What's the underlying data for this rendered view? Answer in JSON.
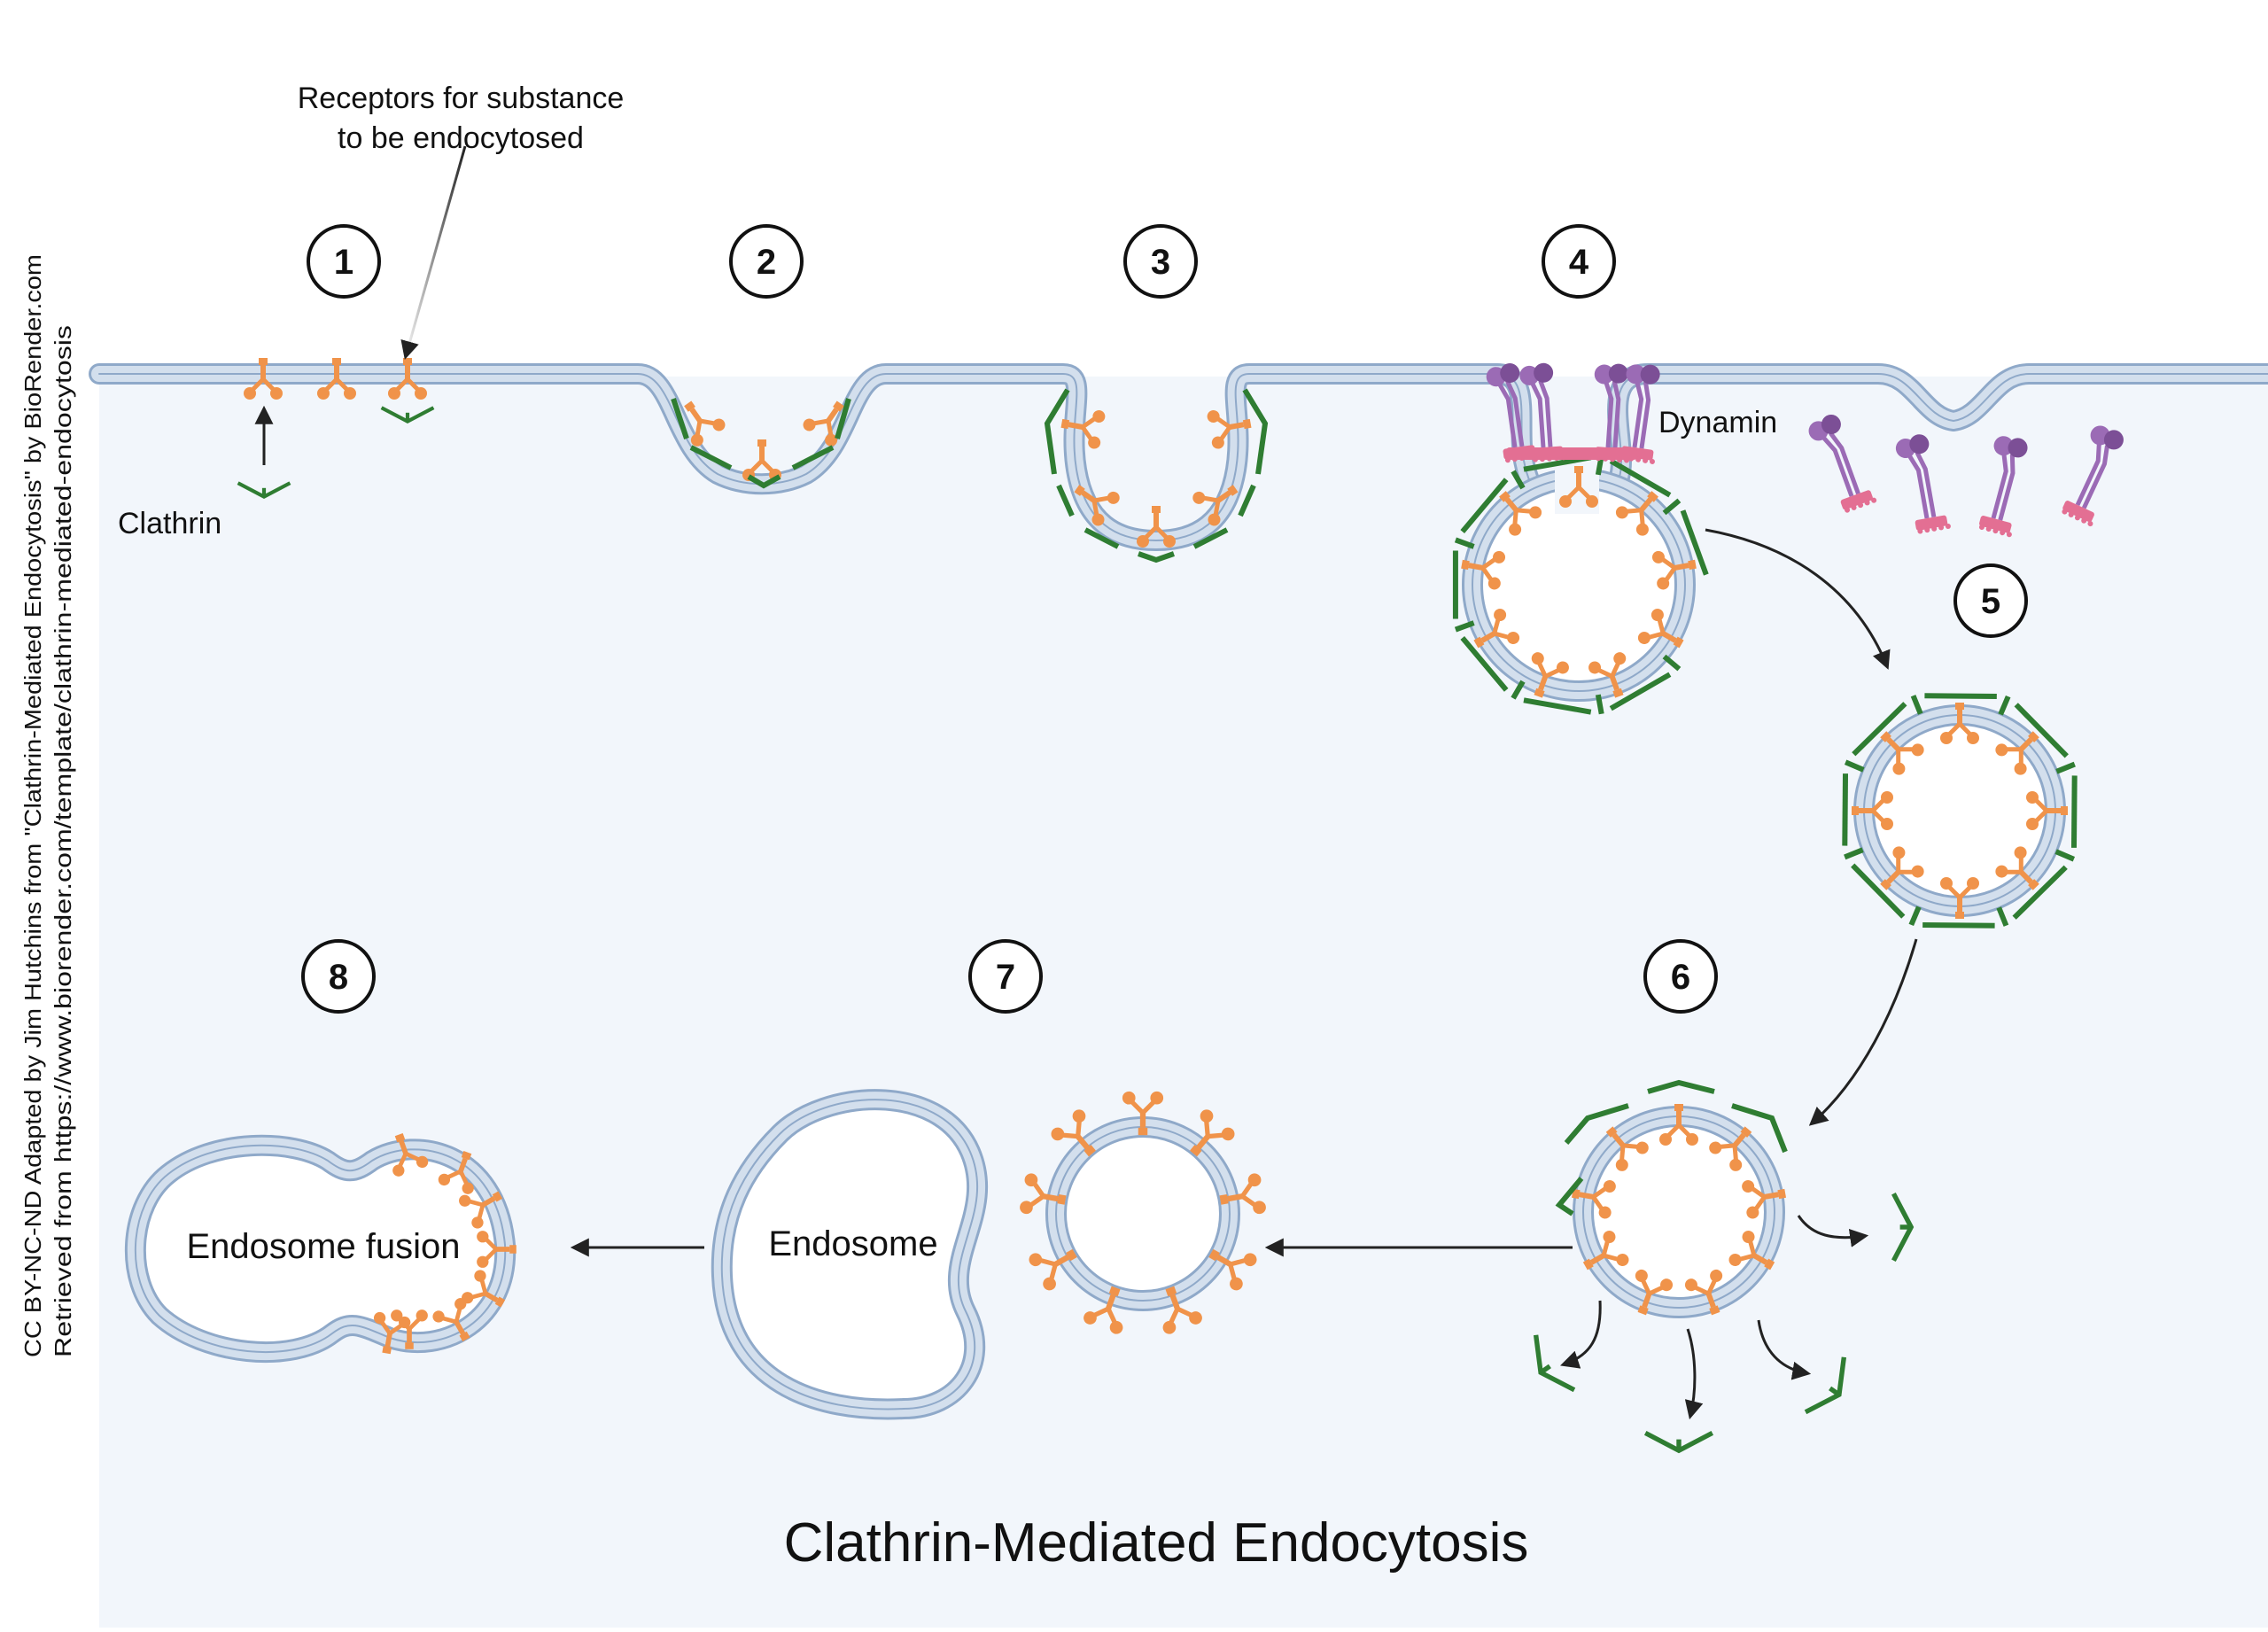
{
  "labels": {
    "receptors_line1": "Receptors for substance",
    "receptors_line2": "to be endocytosed",
    "clathrin": "Clathrin",
    "dynamin": "Dynamin",
    "endosome": "Endosome",
    "endosome_fusion": "Endosome fusion",
    "title": "Clathrin-Mediated Endocytosis"
  },
  "attribution": {
    "line1": "CC BY-NC-ND Adapted by Jim Hutchins from \"Clathrin-Mediated Endocytosis\" by BioRender.com",
    "line2": "Retrieved from https://www.biorender.com/template/clathrin-mediated-endocytosis"
  },
  "steps": [
    "1",
    "2",
    "3",
    "4",
    "5",
    "6",
    "7",
    "8"
  ],
  "colors": {
    "cytoplasm": "#f2f6fb",
    "membrane_fill": "#cddaea",
    "membrane_edge": "#8fa9c9",
    "receptor": "#f0934a",
    "clathrin": "#2f7d32",
    "dynamin_head": "#9b6bb5",
    "dynamin_base": "#e36f93",
    "arrow": "#222222"
  }
}
